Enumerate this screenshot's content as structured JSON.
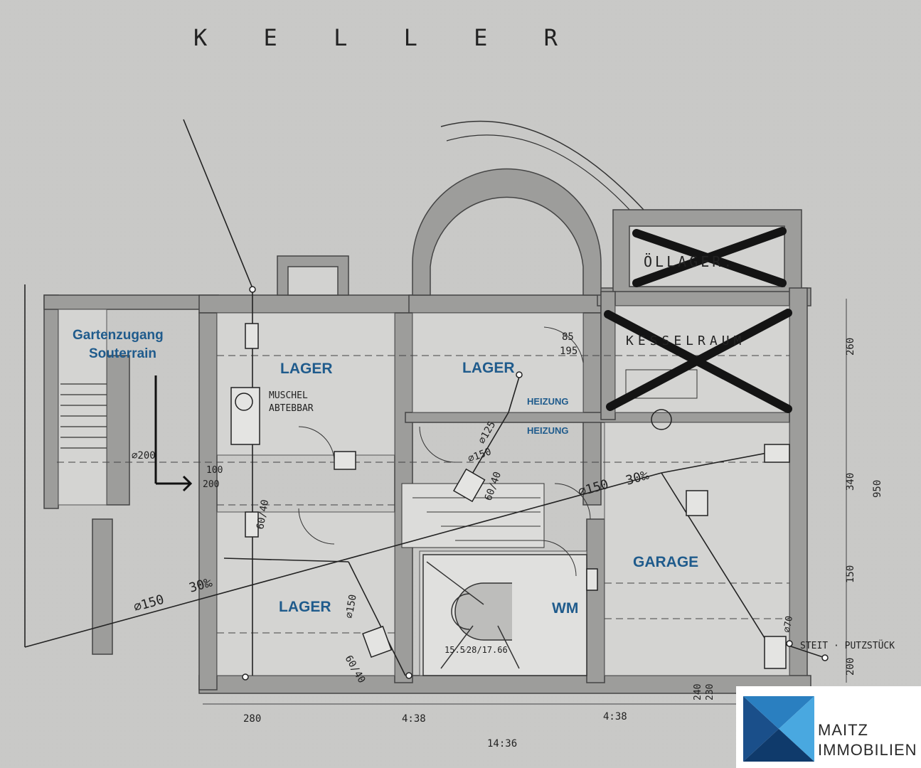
{
  "title": "K E L L E R",
  "rooms": {
    "lager_left": "LAGER",
    "lager_mid": "LAGER",
    "lager_bottom": "LAGER",
    "heizung_1": "HEIZUNG",
    "heizung_2": "HEIZUNG",
    "garage": "GARAGE",
    "wm": "WM"
  },
  "annotation": {
    "line1": "Gartenzugang",
    "line2": "Souterrain"
  },
  "handwritten": {
    "oeltank": "ÖLLAGER.",
    "kesselraum": "KESSELRAUM",
    "muschel_1": "MUSCHEL",
    "muschel_2": "ABTEBBAR",
    "steig": "STEIT · PUTZSTÜCK",
    "d200": "⌀200",
    "d150_left": "⌀150",
    "p30_left": "30‰",
    "d150_right": "⌀150",
    "p30_right": "30‰",
    "d125": "⌀125",
    "d150_a": "⌀150",
    "d150_b": "⌀150",
    "d70": "⌀70",
    "d60_40_a": "60/40",
    "d60_40_b": "60/40",
    "d60_40_c": "60/40",
    "d100": "100",
    "d200b": "200",
    "door_85_195_a": "85",
    "door_85_195_a2": "195",
    "stair": "15.5⁄28/17.66",
    "dim_280": "280",
    "dim_438a": "4:38",
    "dim_438b": "4:38",
    "dim_1436": "14:36",
    "dim_260": "260",
    "dim_340": "340",
    "dim_950": "950",
    "dim_150": "150",
    "dim_200": "200",
    "dim_240": "240",
    "dim_230": "230"
  },
  "logo": {
    "line1": "MAITZ",
    "line2": "IMMOBILIEN",
    "colors": [
      "#1a4f8a",
      "#2a7fc0",
      "#49a8e0",
      "#0f3a6b"
    ]
  }
}
